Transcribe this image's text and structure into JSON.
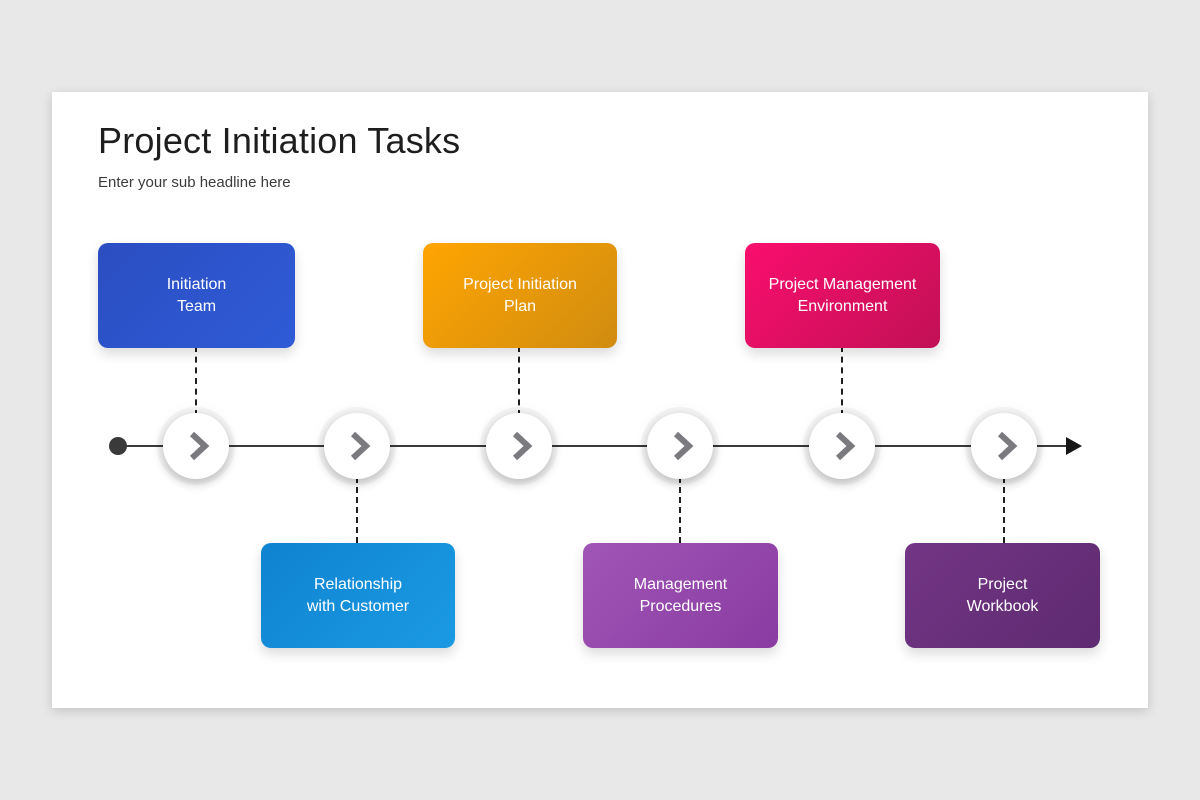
{
  "page": {
    "background_color": "#e8e8e8",
    "slide_background_color": "#ffffff"
  },
  "header": {
    "title": "Project Initiation Tasks",
    "subtitle": "Enter your sub headline here"
  },
  "timeline": {
    "direction": "left-to-right",
    "start_marker": "dot",
    "end_marker": "arrow",
    "line_color": "#3a3a3a",
    "node_count": 6,
    "node_icon": "chevron-right-icon",
    "node_icon_color": "#7b7b7f",
    "connector_style": "dashed"
  },
  "tasks": [
    {
      "line1": "Initiation",
      "line2": "Team",
      "position": "top",
      "gradient_from": "#2b4ec1",
      "gradient_to": "#2f5bd7"
    },
    {
      "line1": "Relationship",
      "line2": "with Customer",
      "position": "bottom",
      "gradient_from": "#0f83cf",
      "gradient_to": "#1b9ae3"
    },
    {
      "line1": "Project Initiation",
      "line2": "Plan",
      "position": "top",
      "gradient_from": "#ffa502",
      "gradient_to": "#d08c10"
    },
    {
      "line1": "Management",
      "line2": "Procedures",
      "position": "bottom",
      "gradient_from": "#a056b6",
      "gradient_to": "#8a3ba1"
    },
    {
      "line1": "Project Management",
      "line2": "Environment",
      "position": "top",
      "gradient_from": "#fa0e6e",
      "gradient_to": "#c11055"
    },
    {
      "line1": "Project",
      "line2": "Workbook",
      "position": "bottom",
      "gradient_from": "#723585",
      "gradient_to": "#5e2a70"
    }
  ]
}
